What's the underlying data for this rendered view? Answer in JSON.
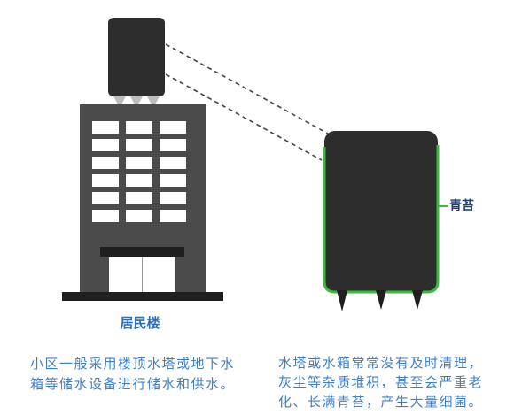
{
  "labels": {
    "building": "居民楼",
    "moss": "青苔"
  },
  "captions": {
    "left": [
      "小区一般采用楼顶水塔或地下水",
      "箱等储水设备进行储水和供水。"
    ],
    "right": [
      "水塔或水箱常常没有及时清理，",
      "灰尘等杂质堆积，甚至会严重老",
      "化、长满青苔，产生大量细菌。"
    ]
  },
  "colors": {
    "tank": "#2d2d2d",
    "building": "#4b4b4b",
    "dark": "#1f1f1f",
    "support": "#bdbdbd",
    "connector": "#444444",
    "moss": "#3cb93c",
    "label": "#2f6db5",
    "caption": "#3f7fc6",
    "moss_label": "#1c3e72"
  }
}
